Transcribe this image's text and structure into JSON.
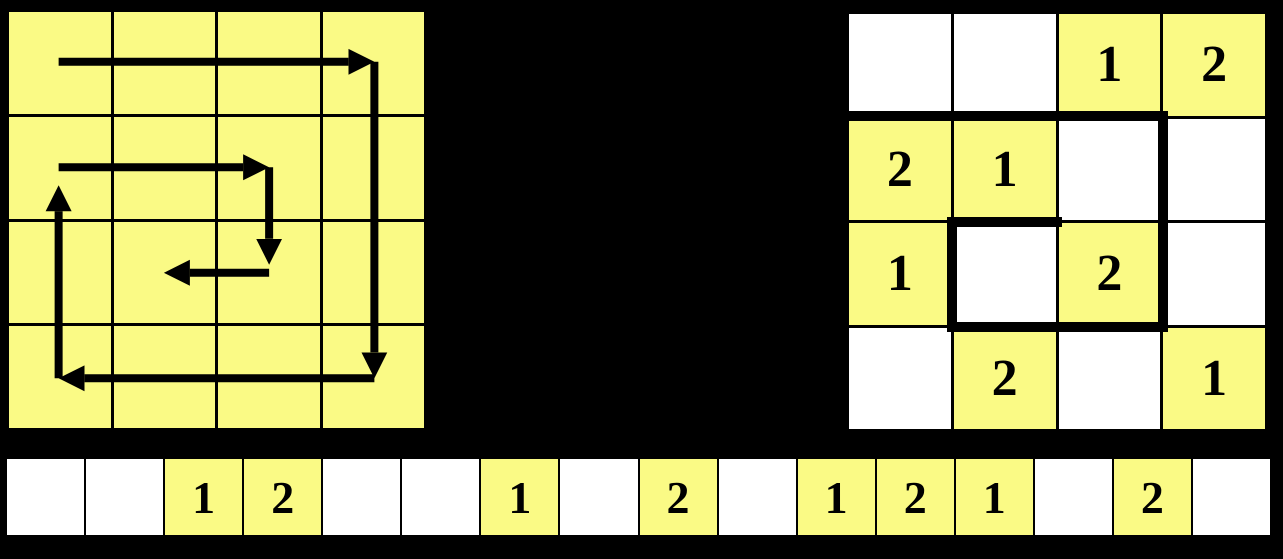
{
  "colors": {
    "background": "#000000",
    "cell_yellow": "#FAFA85",
    "cell_white": "#FFFFFF",
    "grid_line": "#000000",
    "arrow": "#000000",
    "digit": "#000000"
  },
  "left_grid": {
    "rows": 4,
    "cols": 4,
    "description_values": [
      [
        "",
        "",
        "",
        ""
      ],
      [
        "",
        "",
        "",
        ""
      ],
      [
        "",
        "",
        "",
        ""
      ],
      [
        "",
        "",
        "",
        ""
      ]
    ],
    "spiral_arrows": [
      {
        "from": [
          0,
          0
        ],
        "to": [
          0,
          3
        ],
        "trim": 0
      },
      {
        "from": [
          0,
          3
        ],
        "to": [
          3,
          3
        ],
        "trim": 0
      },
      {
        "from": [
          3,
          3
        ],
        "to": [
          3,
          0
        ],
        "trim": 0
      },
      {
        "from": [
          3,
          0
        ],
        "to": [
          1,
          0
        ],
        "trim": 18
      },
      {
        "from": [
          1,
          0
        ],
        "to": [
          1,
          2
        ],
        "trim": 0
      },
      {
        "from": [
          1,
          2
        ],
        "to": [
          2,
          2
        ],
        "trim": 8
      },
      {
        "from": [
          2,
          2
        ],
        "to": [
          2,
          1
        ],
        "trim": 0
      }
    ]
  },
  "right_grid": {
    "rows": 4,
    "cols": 4,
    "values": [
      [
        "",
        "",
        "1",
        "2"
      ],
      [
        "2",
        "1",
        "",
        ""
      ],
      [
        "1",
        "",
        "2",
        ""
      ],
      [
        "",
        "2",
        "",
        "1"
      ]
    ],
    "cut_segments": [
      {
        "orient": "h",
        "at_row": 1,
        "from_col": 0,
        "to_col": 3
      },
      {
        "orient": "v",
        "at_col": 3,
        "from_row": 1,
        "to_row": 3
      },
      {
        "orient": "h",
        "at_row": 3,
        "from_col": 1,
        "to_col": 3
      },
      {
        "orient": "v",
        "at_col": 1,
        "from_row": 2,
        "to_row": 3
      },
      {
        "orient": "h",
        "at_row": 2,
        "from_col": 1,
        "to_col": 2
      }
    ]
  },
  "bottom_row": {
    "values": [
      "",
      "",
      "1",
      "2",
      "",
      "",
      "1",
      "",
      "2",
      "",
      "1",
      "2",
      "1",
      "",
      "2",
      ""
    ]
  }
}
